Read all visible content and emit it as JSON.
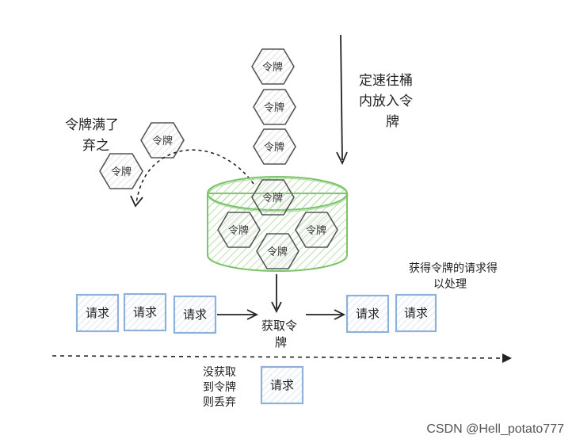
{
  "labels": {
    "constant_rate_1": "定速往桶",
    "constant_rate_2": "内放入令",
    "constant_rate_3": "牌",
    "full_discard_1": "令牌满了",
    "full_discard_2": "弃之",
    "get_token_1": "获取令",
    "get_token_2": "牌",
    "processed_1": "获得令牌的请求得",
    "processed_2": "以处理",
    "no_token_1": "没获取",
    "no_token_2": "到令牌",
    "no_token_3": "则丢弃"
  },
  "token_label": "令牌",
  "request_label": "请求",
  "watermark": "CSDN @Hell_potato777",
  "colors": {
    "bucket": "#7cc46a",
    "request_border": "#8fb0d8",
    "request_fill": "#dce8f5",
    "hex_stroke": "#555555"
  }
}
